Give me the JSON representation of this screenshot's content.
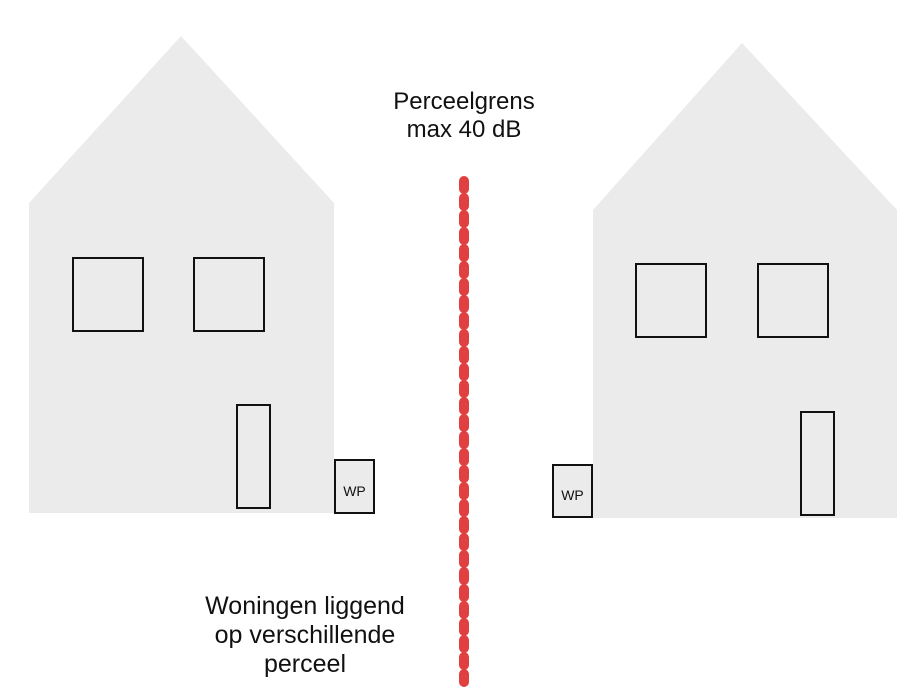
{
  "boundary": {
    "title_line1": "Perceelgrens",
    "title_line2": "max 40 dB",
    "color": "#e04040"
  },
  "caption": {
    "line1": "Woningen liggend",
    "line2": "op verschillende",
    "line3": "perceel"
  },
  "heat_pump_left": {
    "label": "WP"
  },
  "heat_pump_right": {
    "label": "WP"
  },
  "colors": {
    "house_fill": "#ebebeb",
    "outline": "#111111",
    "boundary_line": "#e04040"
  }
}
